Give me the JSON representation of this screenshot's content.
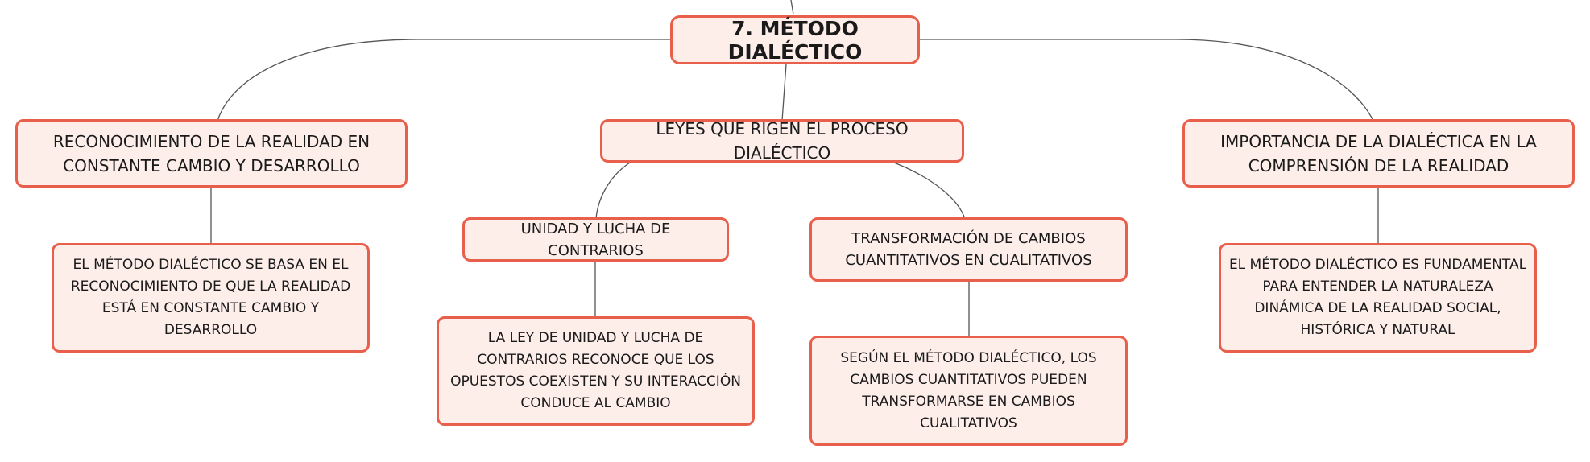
{
  "root": "7. MÉTODO DIALÉCTICO",
  "branches": [
    {
      "title": "RECONOCIMIENTO DE LA REALIDAD EN CONSTANTE CAMBIO Y DESARROLLO",
      "detail": "EL MÉTODO DIALÉCTICO SE BASA EN EL RECONOCIMIENTO DE QUE LA REALIDAD ESTÁ EN CONSTANTE CAMBIO Y DESARROLLO"
    },
    {
      "title": "LEYES QUE RIGEN EL PROCESO DIALÉCTICO",
      "children": [
        {
          "title": "UNIDAD Y LUCHA DE CONTRARIOS",
          "detail": "LA LEY DE UNIDAD Y LUCHA DE CONTRARIOS RECONOCE QUE LOS OPUESTOS COEXISTEN Y SU INTERACCIÓN CONDUCE AL CAMBIO"
        },
        {
          "title": "TRANSFORMACIÓN DE CAMBIOS CUANTITATIVOS EN CUALITATIVOS",
          "detail": "SEGÚN EL MÉTODO DIALÉCTICO, LOS CAMBIOS CUANTITATIVOS PUEDEN TRANSFORMARSE EN CAMBIOS CUALITATIVOS"
        }
      ]
    },
    {
      "title": "IMPORTANCIA DE LA DIALÉCTICA EN LA COMPRENSIÓN DE LA REALIDAD",
      "detail": "EL MÉTODO DIALÉCTICO ES FUNDAMENTAL PARA ENTENDER LA NATURALEZA DINÁMICA DE LA REALIDAD SOCIAL, HISTÓRICA Y NATURAL"
    }
  ],
  "colors": {
    "node_fill": "#fdeeea",
    "node_border": "#e8604c",
    "connector": "#555555",
    "text": "#1a1a1a"
  }
}
